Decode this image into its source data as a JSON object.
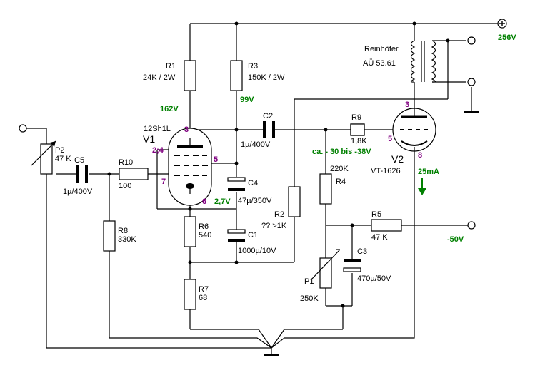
{
  "colors": {
    "voltage": "#008000",
    "pin": "#800080",
    "wire": "#000000"
  },
  "supply": {
    "b_plus": "256V",
    "bias": "-50V"
  },
  "tubes": {
    "v1": {
      "ref": "V1",
      "type": "12Sh1L",
      "pins": {
        "grid": "2;4",
        "cathode": "7",
        "anode": "3",
        "screen": "5",
        "heater": "6"
      }
    },
    "v2": {
      "ref": "V2",
      "type": "VT-1626",
      "pins": {
        "anode": "3",
        "grid": "5",
        "cathode": "8"
      }
    }
  },
  "transformer": {
    "maker": "Reinhöfer",
    "model": "AÜ 53.61"
  },
  "voltages": {
    "v1_anode": "162V",
    "v1_screen": "99V",
    "v1_cathode": "2,7V",
    "v2_grid": "ca. - 30 bis -38V",
    "v2_current": "25mA"
  },
  "components": {
    "r1": {
      "ref": "R1",
      "value": "24K / 2W"
    },
    "r3": {
      "ref": "R3",
      "value": "150K / 2W"
    },
    "c2": {
      "ref": "C2",
      "value": "1µ/400V"
    },
    "r9": {
      "ref": "R9",
      "value": "1,8K"
    },
    "r4": {
      "ref": "R4",
      "value": "220K"
    },
    "p2": {
      "ref": "P2",
      "value": "47 K"
    },
    "c5": {
      "ref": "C5",
      "value": "1µ/400V"
    },
    "r10": {
      "ref": "R10",
      "value": "100"
    },
    "r8": {
      "ref": "R8",
      "value": "330K"
    },
    "c4": {
      "ref": "C4",
      "value": "47µ/350V"
    },
    "r6": {
      "ref": "R6",
      "value": "540"
    },
    "c1": {
      "ref": "C1",
      "value": "1000µ/10V"
    },
    "r7": {
      "ref": "R7",
      "value": "68"
    },
    "r2": {
      "ref": "R2",
      "value": "?? >1K"
    },
    "r5": {
      "ref": "R5",
      "value": "47 K"
    },
    "c3": {
      "ref": "C3",
      "value": "470µ/50V"
    },
    "p1": {
      "ref": "P1",
      "value": "250K"
    }
  }
}
